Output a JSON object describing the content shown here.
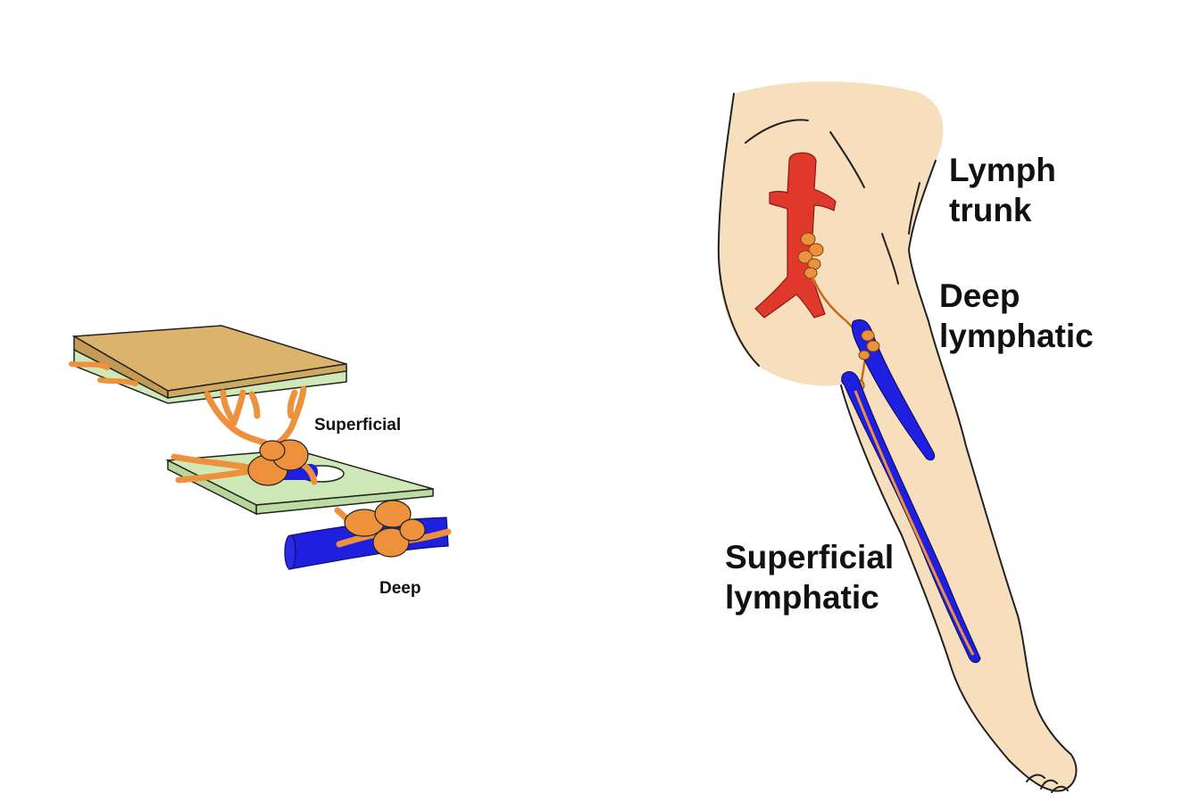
{
  "left_diagram": {
    "label_superficial": "Superficial",
    "label_deep": "Deep"
  },
  "right_diagram": {
    "label_lymph_trunk": [
      "Lymph",
      "trunk"
    ],
    "label_deep_lymphatic": [
      "Deep",
      "lymphatic"
    ],
    "label_superficial_lymphatic": [
      "Superficial",
      "lymphatic"
    ]
  },
  "colors": {
    "skin_top": "#dcb36c",
    "tissue_layer": "#cfe8b8",
    "lymph_vessel": "#ee913c",
    "vein": "#1f1fe0",
    "artery": "#e0382a",
    "leg_skin": "#f7dfbd",
    "outline": "#222222"
  }
}
